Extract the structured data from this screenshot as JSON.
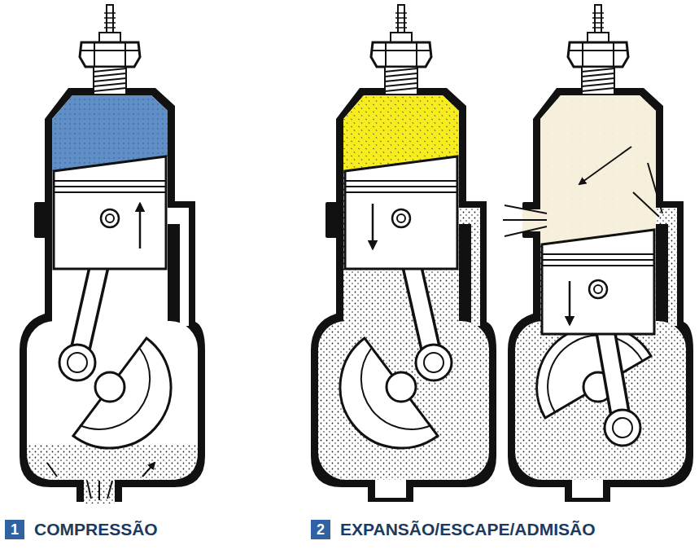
{
  "diagram": {
    "nodes": [
      {
        "text": [
          "1",
          "COMPRESSÃO"
        ]
      },
      {
        "text": [
          "2",
          "EXPANSÃO/ESCAPE/ADMISÃO"
        ]
      }
    ]
  }
}
